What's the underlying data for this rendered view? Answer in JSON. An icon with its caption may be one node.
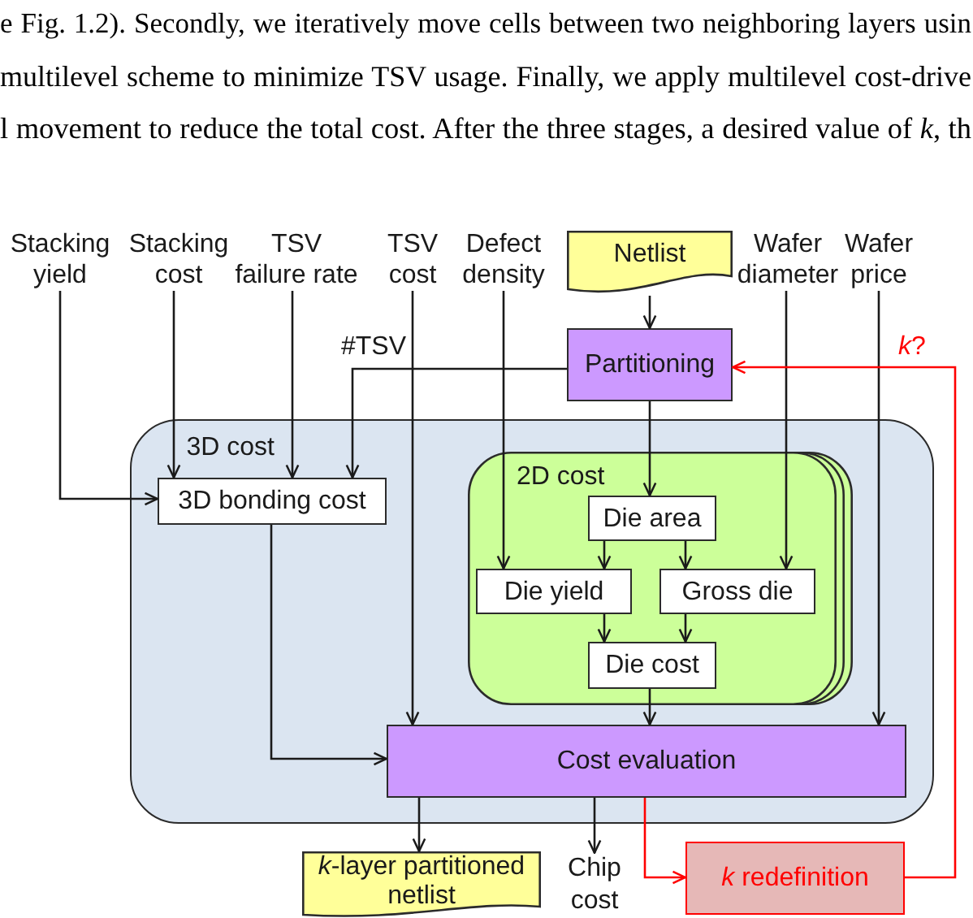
{
  "diagram": {
    "nodes": [
      {
        "text": [
          "Stacking yield"
        ]
      },
      {
        "text": [
          "Stacking cost"
        ]
      },
      {
        "text": [
          "TSV failure rate"
        ]
      },
      {
        "text": [
          "TSV cost"
        ]
      },
      {
        "text": [
          "Defect density"
        ]
      },
      {
        "text": [
          "Netlist"
        ]
      },
      {
        "text": [
          "Wafer diameter"
        ]
      },
      {
        "text": [
          "Wafer price"
        ]
      },
      {
        "text": [
          "Partitioning"
        ]
      },
      {
        "text": [
          "3D cost"
        ]
      },
      {
        "text": [
          "3D bonding cost"
        ],
        "in": 9
      },
      {
        "text": [
          "2D cost"
        ],
        "in": 9
      },
      {
        "text": [
          "Die area"
        ],
        "in": 11
      },
      {
        "text": [
          "Die yield"
        ],
        "in": 11
      },
      {
        "text": [
          "Gross die"
        ],
        "in": 11
      },
      {
        "text": [
          "Die cost"
        ],
        "in": 11
      },
      {
        "text": [
          "Cost evaluation"
        ],
        "in": 9
      },
      {
        "text": [
          "*k*-layer partitioned netlist"
        ]
      },
      {
        "text": [
          "Chip cost"
        ]
      },
      {
        "text": [
          "*k* redefinition"
        ]
      }
    ],
    "edges": [
      {
        "from": 0,
        "to": 10,
        "arrow": "to"
      },
      {
        "from": 1,
        "to": 10,
        "arrow": "to"
      },
      {
        "from": 2,
        "to": 10,
        "arrow": "to"
      },
      {
        "from": 8,
        "to": 10,
        "arrow": "to",
        "label": "#TSV"
      },
      {
        "from": 3,
        "to": 16,
        "arrow": "to"
      },
      {
        "from": 4,
        "to": 13,
        "arrow": "to"
      },
      {
        "from": 5,
        "to": 8,
        "arrow": "to"
      },
      {
        "from": 8,
        "to": 12,
        "arrow": "to"
      },
      {
        "from": 6,
        "to": 14,
        "arrow": "to"
      },
      {
        "from": 7,
        "to": 16,
        "arrow": "to"
      },
      {
        "from": 12,
        "to": 13,
        "arrow": "to"
      },
      {
        "from": 12,
        "to": 14,
        "arrow": "to"
      },
      {
        "from": 13,
        "to": 15,
        "arrow": "to"
      },
      {
        "from": 14,
        "to": 15,
        "arrow": "to"
      },
      {
        "from": 15,
        "to": 16,
        "arrow": "to"
      },
      {
        "from": 10,
        "to": 16,
        "arrow": "to"
      },
      {
        "from": 16,
        "to": 17,
        "arrow": "to"
      },
      {
        "from": 16,
        "to": 18,
        "arrow": "to"
      },
      {
        "from": 16,
        "to": 19,
        "arrow": "to",
        "color": "#ff0000"
      },
      {
        "from": 19,
        "to": 8,
        "arrow": "to",
        "label": "*k*?",
        "color": "#ff0000"
      }
    ],
    "labels": [
      "e Fig. 1.2). Secondly, we iteratively move cells between two neighboring layers usin",
      "multilevel scheme to minimize TSV usage. Finally, we apply multilevel cost-drive",
      "l movement to reduce the total cost. After the three stages, a desired value of *k*, th"
    ]
  }
}
